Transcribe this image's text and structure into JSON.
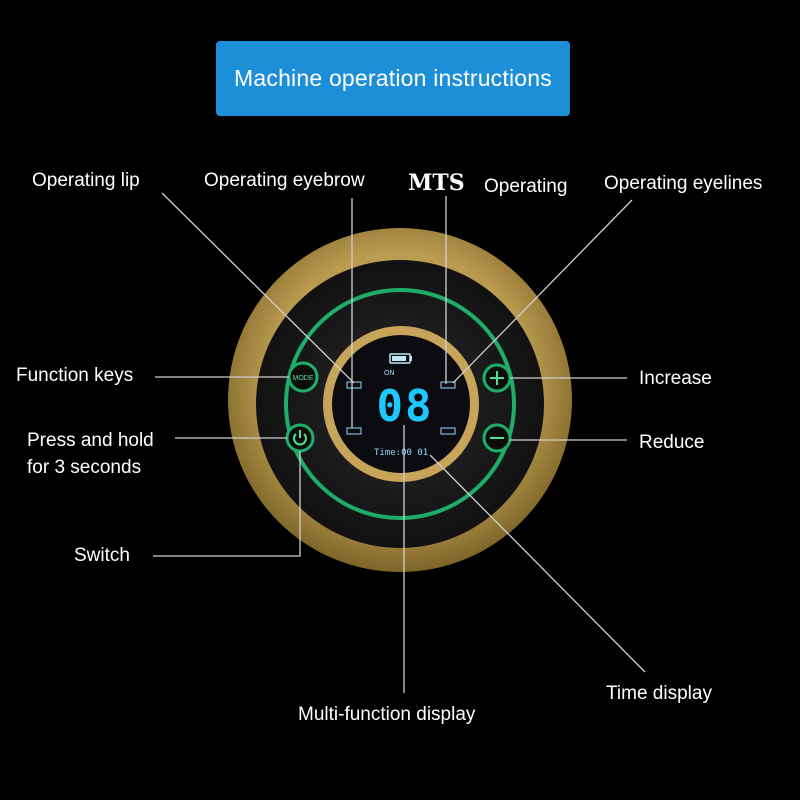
{
  "title": "Machine operation instructions",
  "brand": "MTS",
  "labels": {
    "operating_lip": "Operating lip",
    "operating_eyebrow": "Operating eyebrow",
    "operating": "Operating",
    "operating_eyelines": "Operating eyelines",
    "function_keys": "Function keys",
    "press_hold_1": "Press and hold",
    "press_hold_2": "for 3 seconds",
    "switch": "Switch",
    "increase": "Increase",
    "reduce": "Reduce",
    "time_display": "Time display",
    "multi_function_display": "Multi-function display"
  },
  "device": {
    "status": "ON",
    "digits": "08",
    "time": "Time:00 01",
    "mode_key": "MODE"
  },
  "colors": {
    "background": "#000000",
    "title_bg": "#1d8fd8",
    "gold": "#b99a4e",
    "ring_green": "#1fae6a",
    "lcd_blue": "#1ec8ff"
  }
}
